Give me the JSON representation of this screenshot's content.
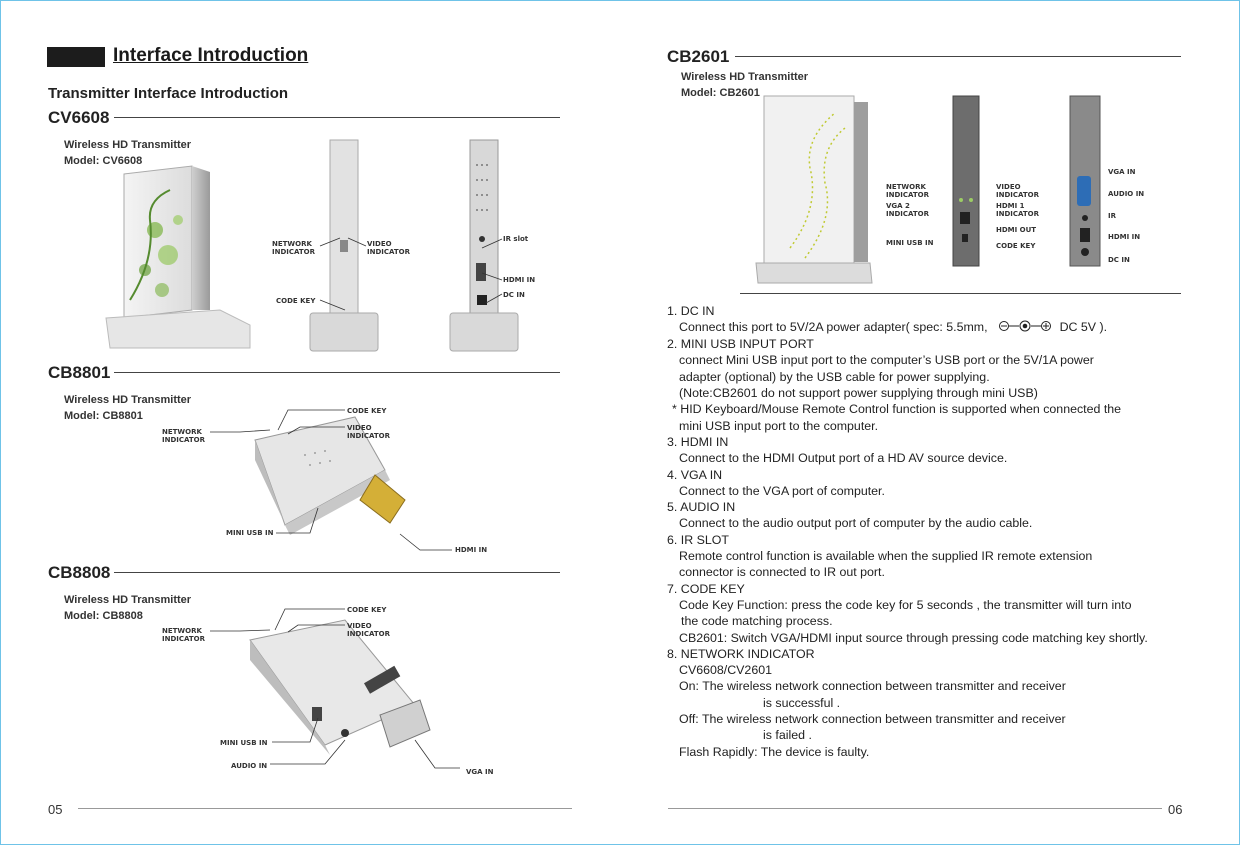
{
  "left_page": {
    "section_title": "Interface Introduction",
    "subtitle": "Transmitter Interface Introduction",
    "page_number": "05",
    "products": [
      {
        "code": "CV6608",
        "caption_line1": "Wireless HD Transmitter",
        "caption_model_label": "Model",
        "caption_model_value": "CV6608",
        "labels": {
          "network_indicator": "NETWORK\nINDICATOR",
          "video_indicator": "VIDEO\nINDICATOR",
          "code_key": "CODE KEY",
          "ir_slot": "IR slot",
          "hdmi_in": "HDMI IN",
          "dc_in": "DC IN"
        }
      },
      {
        "code": "CB8801",
        "caption_line1": "Wireless HD Transmitter",
        "caption_model_label": "Model",
        "caption_model_value": "CB8801",
        "labels": {
          "code_key": "CODE KEY",
          "network_indicator": "NETWORK\nINDICATOR",
          "video_indicator": "VIDEO\nINDICATOR",
          "mini_usb_in": "MINI USB IN",
          "hdmi_in": "HDMI IN"
        }
      },
      {
        "code": "CB8808",
        "caption_line1": "Wireless HD Transmitter",
        "caption_model_label": "Model",
        "caption_model_value": "CB8808",
        "labels": {
          "code_key": "CODE KEY",
          "network_indicator": "NETWORK\nINDICATOR",
          "video_indicator": "VIDEO\nINDICATOR",
          "mini_usb_in": "MINI USB IN",
          "audio_in": "AUDIO IN",
          "vga_in": "VGA IN"
        }
      }
    ]
  },
  "right_page": {
    "page_number": "06",
    "product": {
      "code": "CB2601",
      "caption_line1": "Wireless HD Transmitter",
      "caption_model_label": "Model",
      "caption_model_value": "CB2601",
      "labels": {
        "network_indicator": "NETWORK\nINDICATOR",
        "vga2_indicator": "VGA 2\nINDICATOR",
        "mini_usb_in": "MINI USB IN",
        "video_indicator": "VIDEO\nINDICATOR",
        "hdmi1_indicator": "HDMI 1\nINDICATOR",
        "hdmi_out": "HDMI OUT",
        "code_key": "CODE KEY",
        "vga_in": "VGA IN",
        "audio_in": "AUDIO IN",
        "ir": "IR",
        "hdmi_in": "HDMI IN",
        "dc_in": "DC IN"
      }
    },
    "items": [
      {
        "head": "1. DC IN",
        "lines": [
          {
            "t": "Connect this port to 5V/2A power adapter( spec: 5.5mm,",
            "cls": "",
            "tail": "DC 5V )."
          }
        ]
      },
      {
        "head": "2. MINI USB INPUT PORT",
        "lines": [
          {
            "t": "connect Mini USB input port to the computer’s USB port or the 5V/1A power",
            "cls": ""
          },
          {
            "t": "adapter (optional) by the USB cable for power supplying.",
            "cls": ""
          },
          {
            "t": "(Note:CB2601 do not support power supplying through mini USB)",
            "cls": ""
          },
          {
            "t": "* HID Keyboard/Mouse Remote Control function is supported when connected the",
            "cls": "note"
          },
          {
            "t": "mini USB input port to the computer.",
            "cls": ""
          }
        ]
      },
      {
        "head": "3. HDMI IN",
        "lines": [
          {
            "t": "Connect to the HDMI Output port of a HD AV source device.",
            "cls": ""
          }
        ]
      },
      {
        "head": "4. VGA IN",
        "lines": [
          {
            "t": "Connect to the VGA port of computer.",
            "cls": ""
          }
        ]
      },
      {
        "head": "5. AUDIO IN",
        "lines": [
          {
            "t": "Connect to the audio output port of computer by the audio cable.",
            "cls": ""
          }
        ]
      },
      {
        "head": "6. IR SLOT",
        "lines": [
          {
            "t": "Remote control function is available when the supplied IR remote extension",
            "cls": ""
          },
          {
            "t": "connector is connected to IR out port.",
            "cls": ""
          }
        ]
      },
      {
        "head": "7. CODE KEY",
        "lines": [
          {
            "t": "Code Key Function: press the code key for 5 seconds , the transmitter will turn into",
            "cls": ""
          },
          {
            "t": "the code matching process.",
            "cls": "deep"
          },
          {
            "t": "CB2601: Switch VGA/HDMI input source through pressing code matching key shortly.",
            "cls": ""
          }
        ]
      },
      {
        "head": "8. NETWORK INDICATOR",
        "lines": [
          {
            "t": "CV6608/CV2601",
            "cls": ""
          },
          {
            "t": "On: The wireless network connection between transmitter and receiver",
            "cls": ""
          },
          {
            "t": "is successful .",
            "cls": "indent-x"
          },
          {
            "t": "Off: The wireless network connection between transmitter and receiver",
            "cls": ""
          },
          {
            "t": "is failed .",
            "cls": "indent-x"
          },
          {
            "t": "Flash Rapidly: The device is faulty.",
            "cls": ""
          }
        ]
      }
    ]
  }
}
